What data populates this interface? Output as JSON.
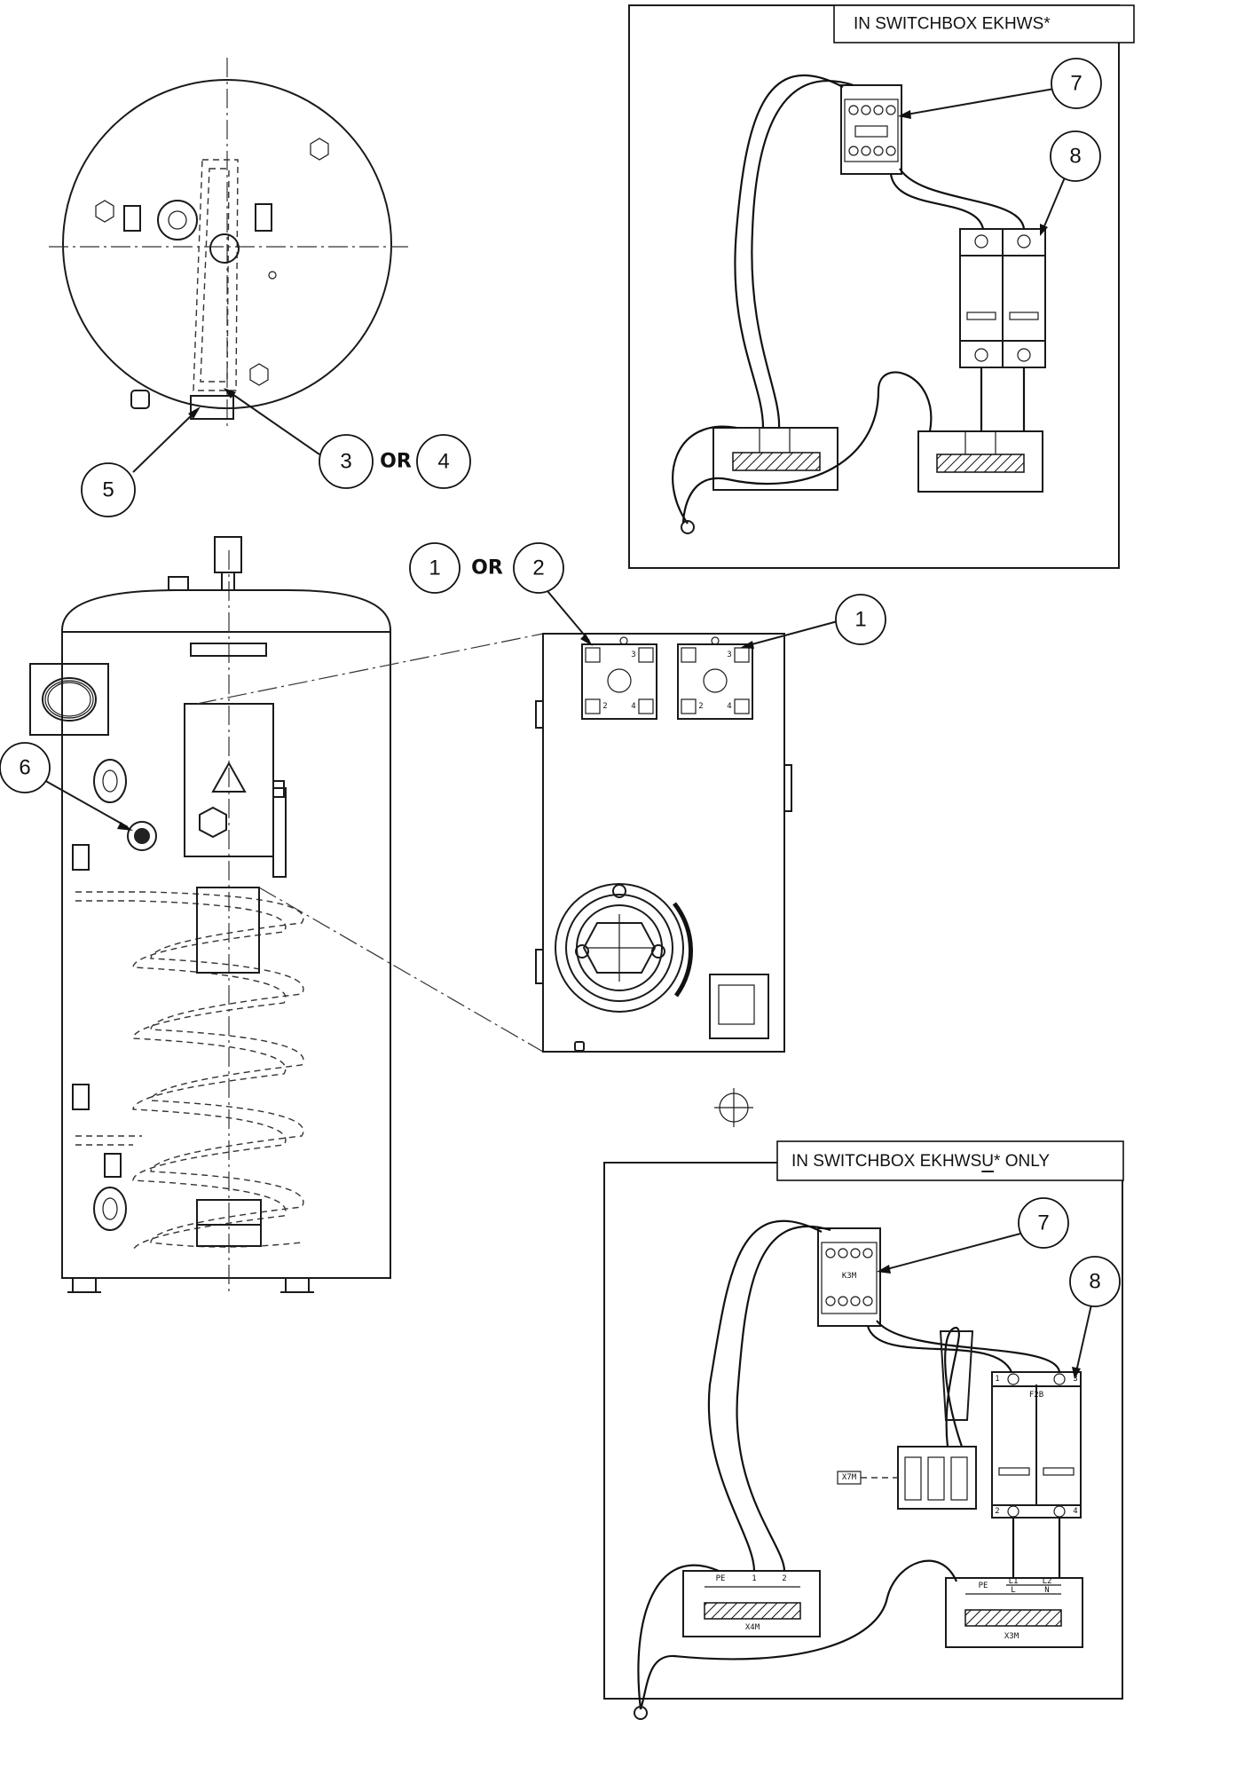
{
  "panels": {
    "top_switchbox": {
      "label": "IN SWITCHBOX EKHWS*"
    },
    "bottom_switchbox": {
      "label_prefix": "IN SWITCHBOX EKHWS",
      "label_underlined": "U",
      "label_suffix": "* ONLY"
    }
  },
  "callouts": {
    "c1a": "1",
    "or_12": "OR",
    "c2": "2",
    "c1b": "1",
    "c3": "3",
    "or_34": "OR",
    "c4": "4",
    "c5": "5",
    "c6": "6",
    "c7_top": "7",
    "c8_top": "8",
    "c7_bottom": "7",
    "c8_bottom": "8"
  },
  "terminal_labels": {
    "x4m_pe": "PE",
    "x4m_1": "1",
    "x4m_2": "2",
    "x4m_name": "X4M",
    "x3m_pe": "PE",
    "x3m_l1": "L1",
    "x3m_l2": "L2",
    "x3m_l": "L",
    "x3m_n": "N",
    "x3m_name": "X3M",
    "x7m_name": "X7M",
    "k3m_name": "K3M",
    "f2b_name": "F2B",
    "f2b_1": "1",
    "f2b_2": "2",
    "f2b_3": "3",
    "f2b_4": "4",
    "thermostat_3a": "3",
    "thermostat_4a": "4",
    "thermostat_3b": "3",
    "thermostat_4b": "4",
    "thermostat_2a": "2",
    "thermostat_2b": "2"
  },
  "colors": {
    "line": "#1a1a1a",
    "background": "#ffffff"
  }
}
